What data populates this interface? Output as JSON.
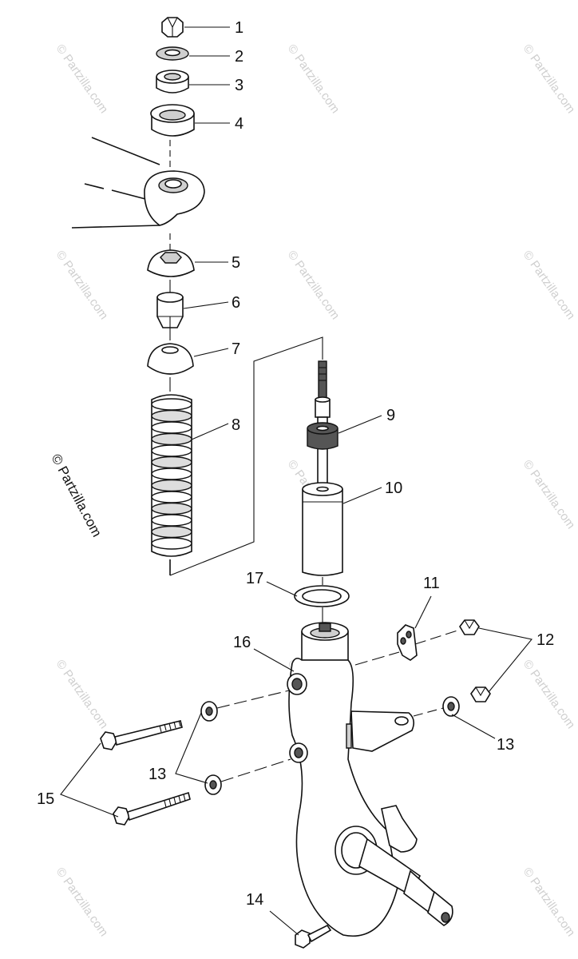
{
  "diagram": {
    "callouts": [
      {
        "id": "c1",
        "label": "1"
      },
      {
        "id": "c2",
        "label": "2"
      },
      {
        "id": "c3",
        "label": "3"
      },
      {
        "id": "c4",
        "label": "4"
      },
      {
        "id": "c5",
        "label": "5"
      },
      {
        "id": "c6",
        "label": "6"
      },
      {
        "id": "c7",
        "label": "7"
      },
      {
        "id": "c8",
        "label": "8"
      },
      {
        "id": "c9",
        "label": "9"
      },
      {
        "id": "c10",
        "label": "10"
      },
      {
        "id": "c11",
        "label": "11"
      },
      {
        "id": "c12",
        "label": "12"
      },
      {
        "id": "c13a",
        "label": "13"
      },
      {
        "id": "c13b",
        "label": "13"
      },
      {
        "id": "c14",
        "label": "14"
      },
      {
        "id": "c15",
        "label": "15"
      },
      {
        "id": "c16",
        "label": "16"
      },
      {
        "id": "c17",
        "label": "17"
      }
    ],
    "copyright": "© Partzilla.com",
    "watermark": "© Partzilla.com"
  }
}
